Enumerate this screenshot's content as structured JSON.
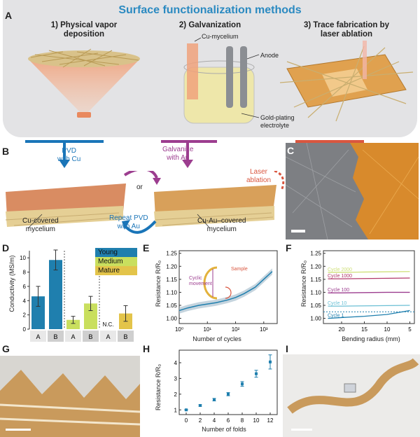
{
  "figure": {
    "title": "Surface functionalization methods",
    "panel_letters": {
      "A": "A",
      "B": "B",
      "C": "C",
      "D": "D",
      "E": "E",
      "F": "F",
      "G": "G",
      "H": "H",
      "I": "I"
    },
    "methods": [
      {
        "label_line1": "1) Physical vapor",
        "label_line2": "deposition"
      },
      {
        "label_line1": "2) Galvanization",
        "label_line2": ""
      },
      {
        "label_line1": "3) Trace fabrication by",
        "label_line2": "laser ablation"
      }
    ],
    "galv_labels": {
      "cu_mycelium": "Cu-mycelium",
      "anode": "Anode",
      "electrolyte_line1": "Gold-plating",
      "electrolyte_line2": "electrolyte"
    },
    "panel_b": {
      "pvd_line1": "PVD",
      "pvd_line2": "with Cu",
      "galv_line1": "Galvanize",
      "galv_line2": "with Au",
      "or": "or",
      "repeat_line1": "Repeat PVD",
      "repeat_line2": "with Au",
      "laser_line1": "Laser",
      "laser_line2": "ablation",
      "cu_line1": "Cu-covered",
      "cu_line2": "mycelium",
      "cuau_line1": "Cu-Au–covered",
      "cuau_line2": "mycelium"
    }
  },
  "colors": {
    "pvd_blue": "#1a75b8",
    "galv_purple": "#9c3d8f",
    "laser_red": "#d9563f",
    "young": "#1f7fae",
    "medium": "#c9df5e",
    "mature": "#e3c44a",
    "title": "#2b8ac1"
  },
  "panel_d": {
    "ylabel": "Conductivity (MS/m)",
    "yticks": [
      "0",
      "2",
      "4",
      "6",
      "8",
      "10"
    ],
    "legend": [
      "Young",
      "Medium",
      "Mature"
    ],
    "groups": [
      "A",
      "B",
      "A",
      "B",
      "A",
      "B"
    ],
    "na_label": "N.C."
  },
  "panel_e": {
    "ylabel": "Resistance R/R₀",
    "xlabel": "Number of cycles",
    "yticks": [
      "1.00",
      "1.05",
      "1.10",
      "1.15",
      "1.20",
      "1.25"
    ],
    "xticks": [
      "10⁰",
      "10¹",
      "10²",
      "10³"
    ],
    "inset_movement": "Cyclic",
    "inset_movement2": "movement",
    "inset_sample": "Sample"
  },
  "panel_f": {
    "ylabel": "Resistance R/R₀",
    "xlabel": "Bending radius (mm)",
    "yticks": [
      "1.00",
      "1.05",
      "1.10",
      "1.15",
      "1.20",
      "1.25"
    ],
    "xticks": [
      "20",
      "15",
      "10",
      "5"
    ],
    "cycles": [
      "Cycle 2000",
      "Cycle 1000",
      "Cycle 100",
      "Cycle 10",
      "Cycle 1"
    ]
  },
  "panel_h": {
    "ylabel": "Resistance R/R₀",
    "xlabel": "Number of folds",
    "yticks": [
      "1",
      "2",
      "3",
      "4"
    ],
    "xticks": [
      "0",
      "2",
      "4",
      "6",
      "8",
      "10",
      "12"
    ]
  },
  "chart_data": [
    {
      "type": "bar",
      "panel": "D",
      "ylabel": "Conductivity (MS/m)",
      "ylim": [
        0,
        11
      ],
      "categories": [
        "A",
        "B",
        "A",
        "B",
        "A",
        "B"
      ],
      "series": [
        {
          "name": "Young",
          "values": [
            4.6,
            9.7,
            null,
            null,
            null,
            null
          ],
          "errors": [
            1.4,
            1.4,
            null,
            null,
            null,
            null
          ]
        },
        {
          "name": "Medium",
          "values": [
            null,
            null,
            1.3,
            3.6,
            null,
            null
          ],
          "errors": [
            null,
            null,
            0.5,
            1.0,
            null,
            null
          ]
        },
        {
          "name": "Mature",
          "values": [
            null,
            null,
            null,
            null,
            null,
            2.2
          ],
          "errors": [
            null,
            null,
            null,
            null,
            null,
            1.1
          ]
        }
      ]
    },
    {
      "type": "line",
      "panel": "E",
      "xlabel": "Number of cycles",
      "ylabel": "Resistance R/R₀",
      "xscale": "log",
      "xlim": [
        1,
        3000
      ],
      "ylim": [
        0.98,
        1.26
      ],
      "x": [
        1,
        2,
        5,
        10,
        20,
        50,
        100,
        200,
        500,
        1000,
        2000
      ],
      "series": [
        {
          "values": [
            1.03,
            1.04,
            1.05,
            1.055,
            1.06,
            1.07,
            1.08,
            1.095,
            1.12,
            1.15,
            1.18
          ]
        }
      ]
    },
    {
      "type": "line",
      "panel": "F",
      "xlabel": "Bending radius (mm)",
      "ylabel": "Resistance R/R₀",
      "xlim": [
        24,
        4
      ],
      "ylim": [
        0.98,
        1.26
      ],
      "x": [
        23,
        20,
        15,
        10,
        5
      ],
      "series": [
        {
          "name": "Cycle 2000",
          "values": [
            1.177,
            1.177,
            1.178,
            1.179,
            1.18
          ]
        },
        {
          "name": "Cycle 1000",
          "values": [
            1.152,
            1.152,
            1.153,
            1.154,
            1.155
          ]
        },
        {
          "name": "Cycle 100",
          "values": [
            1.098,
            1.098,
            1.099,
            1.1,
            1.1
          ]
        },
        {
          "name": "Cycle 10",
          "values": [
            1.047,
            1.047,
            1.048,
            1.049,
            1.05
          ]
        },
        {
          "name": "Cycle 1",
          "values": [
            1.0,
            1.003,
            1.008,
            1.015,
            1.03
          ]
        }
      ]
    },
    {
      "type": "scatter",
      "panel": "H",
      "xlabel": "Number of folds",
      "ylabel": "Resistance R/R₀",
      "xlim": [
        -1,
        13
      ],
      "ylim": [
        0.7,
        4.8
      ],
      "x": [
        0,
        2,
        4,
        6,
        8,
        10,
        12
      ],
      "y": [
        1.0,
        1.28,
        1.65,
        2.0,
        2.65,
        3.3,
        4.05
      ],
      "errors": [
        0.03,
        0.05,
        0.08,
        0.1,
        0.15,
        0.22,
        0.45
      ]
    }
  ]
}
